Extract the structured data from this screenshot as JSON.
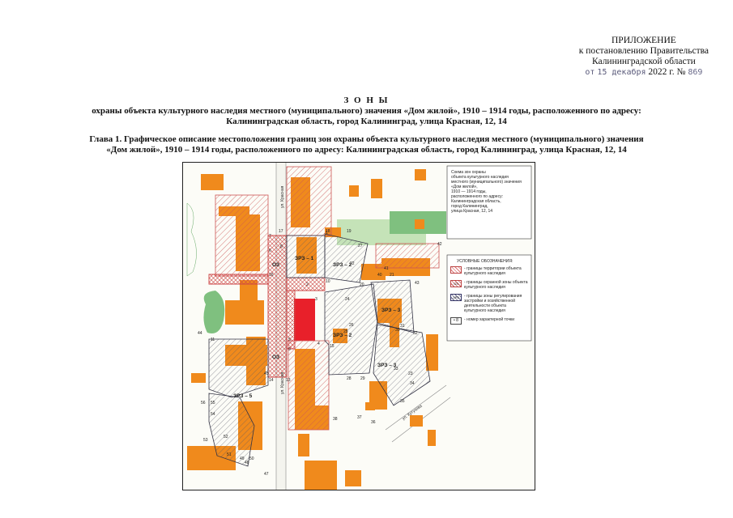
{
  "appendix": {
    "heading": "ПРИЛОЖЕНИЕ",
    "line2": "к постановлению Правительства",
    "line3": "Калининградской области",
    "date_prefix": "от",
    "date_day_month": "15 декабря",
    "date_year": "2022 г. №",
    "number": "869"
  },
  "title": {
    "word": "З О Н Ы",
    "line2": "охраны объекта культурного наследия местного (муниципального) значения «Дом жилой», 1910 – 1914 годы, расположенного по адресу:",
    "line3": "Калининградская область, город Калининград, улица Красная, 12, 14"
  },
  "chapter": {
    "line1": "Глава 1. Графическое описание местоположения границ зон охраны объекта культурного наследия местного (муниципального) значения",
    "line2": "«Дом жилой», 1910 – 1914 годы, расположенного по адресу: Калининградская область, город Калининград, улица Красная, 12, 14"
  },
  "map": {
    "info_lines": [
      "Схема зон охраны",
      "объекта культурного наследия",
      "местного (муниципального) значения",
      "«Дом жилой»,",
      "1910 — 1914 годы,",
      "расположенного по адресу:",
      "Калининградская область,",
      "город Калининград,",
      "улица Красная, 12, 14"
    ],
    "legend_heading": "УСЛОВНЫЕ ОБОЗНАЧЕНИЯ:",
    "legend": [
      {
        "sample": "",
        "text": "- границы территории объекта культурного наследия"
      },
      {
        "sample": "ОЗ",
        "text": "- границы охранной зоны объекта культурного наследия"
      },
      {
        "sample": "ЗРЗ",
        "text": "- границы зоны регулирования застройки и хозяйственной деятельности объекта культурного наследия"
      },
      {
        "sample": "• 8",
        "text": "- номер характерной точки"
      }
    ],
    "zones": {
      "z1": "ЗРЗ – 1",
      "z2": "ЗРЗ – 2",
      "z2b": "ЗРЗ – 2",
      "z3": "ЗРЗ – 3",
      "z3b": "ЗРЗ – 3",
      "z5": "ЗРЗ – 5",
      "oz1": "ОЗ",
      "oz2": "ОЗ"
    },
    "streets": {
      "s1": "ул. Красная",
      "s2": "ул. Красная",
      "s3": "ул. Кутузова"
    },
    "points": {
      "p1": "1",
      "p2": "2",
      "p3": "3",
      "p4": "4",
      "p5": "5",
      "p6": "6",
      "p7": "7",
      "p8": "8",
      "p9": "9",
      "p10": "10",
      "p11": "11",
      "p13": "13",
      "p14": "14",
      "p15": "15",
      "p16": "16",
      "p17": "17",
      "p18": "18",
      "p19": "19",
      "p20": "20",
      "p21": "21",
      "p22": "22",
      "p23": "23",
      "p24": "24",
      "p25": "25",
      "p26": "26",
      "p27": "27",
      "p28": "28",
      "p29": "29",
      "p30": "30",
      "p31": "31",
      "p32": "32",
      "p33": "33",
      "p34": "34",
      "p35": "35",
      "p36": "36",
      "p37": "37",
      "p38": "38",
      "p40": "40",
      "p41": "41",
      "p42": "42",
      "p43": "43",
      "p44": "44",
      "p45": "45",
      "p47": "47",
      "p48": "48",
      "p49": "49",
      "p50": "50",
      "p51": "51",
      "p52": "52",
      "p53": "53",
      "p54": "54",
      "p55": "55",
      "p56": "56"
    },
    "colors": {
      "building": "#f08a1c",
      "object": "#e8202a",
      "green": "#7fc07f",
      "lightgreen": "#c5e3b8",
      "ozhatch": "#c44444",
      "zrzhatch": "#444466"
    }
  }
}
